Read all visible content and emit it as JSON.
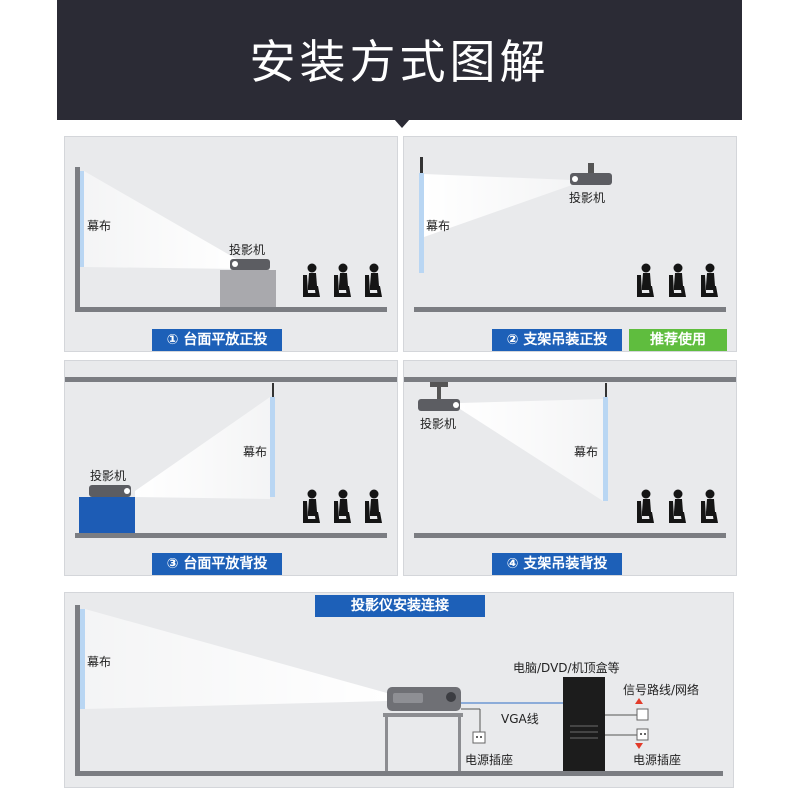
{
  "header": {
    "title": "安装方式图解"
  },
  "labels": {
    "screen": "幕布",
    "projector": "投影机"
  },
  "panels": [
    {
      "caption": "① 台面平放正投"
    },
    {
      "caption": "② 支架吊装正投",
      "badge": "推荐使用"
    },
    {
      "caption": "③ 台面平放背投"
    },
    {
      "caption": "④ 支架吊装背投"
    }
  ],
  "connection": {
    "title": "投影仪安装连接",
    "screen": "幕布",
    "vga": "VGA线",
    "power_left": "电源插座",
    "computer": "电脑/DVD/机顶盒等",
    "signal": "信号路线/网络",
    "power_right": "电源插座"
  },
  "colors": {
    "header_bg": "#2b2b35",
    "caption_blue": "#1d60b8",
    "recommend_green": "#5fbd3e",
    "panel_bg": "#e9eaec"
  }
}
